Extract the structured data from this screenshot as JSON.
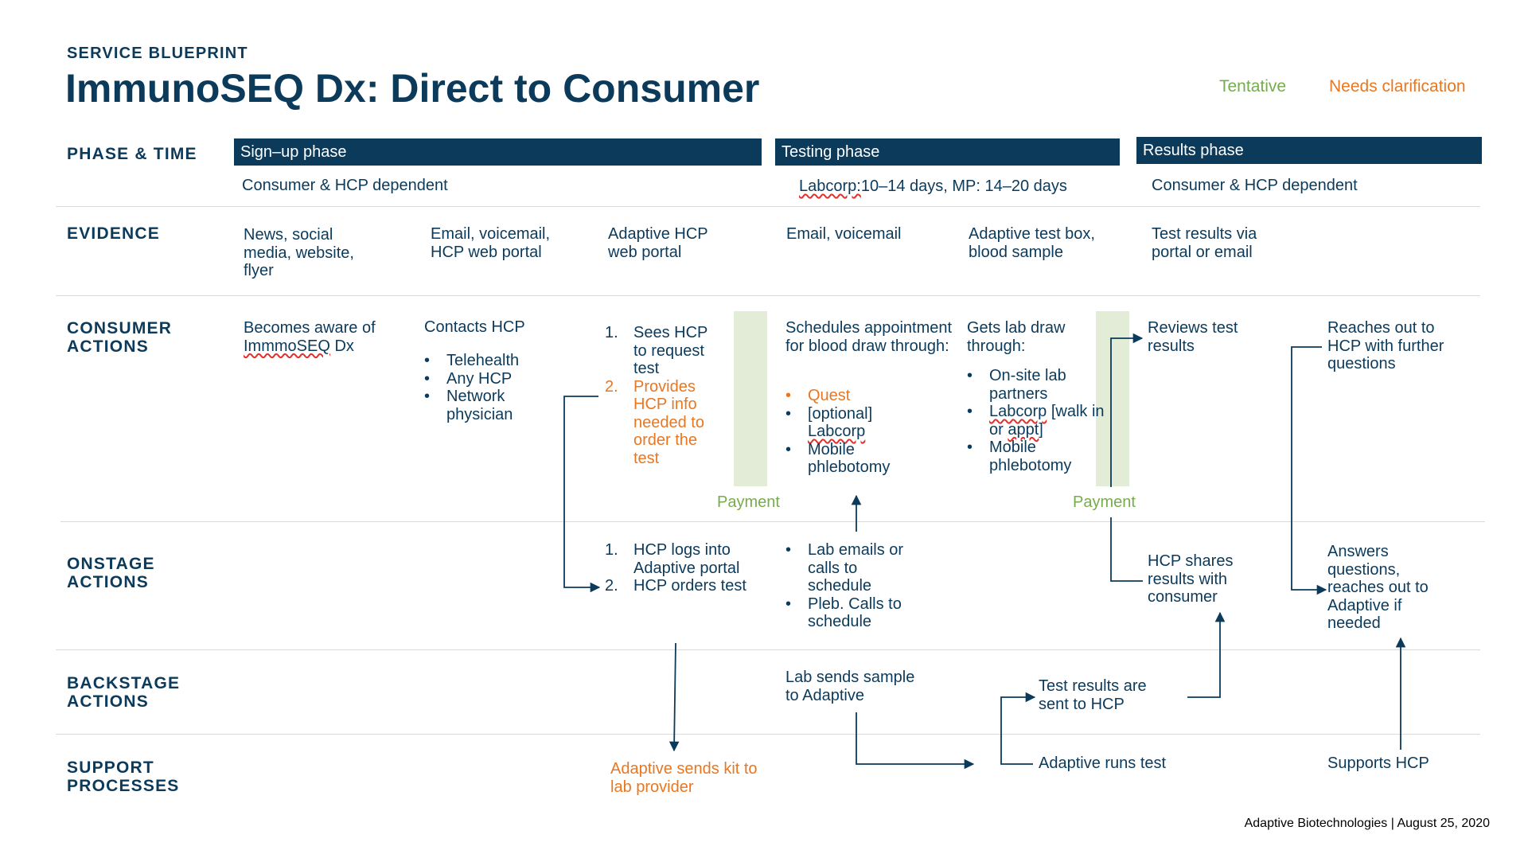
{
  "header": {
    "kicker": "SERVICE BLUEPRINT",
    "title": "ImmunoSEQ Dx: Direct to Consumer",
    "legend": {
      "tentative": "Tentative",
      "needs_clarification": "Needs clarification"
    }
  },
  "colors": {
    "navy": "#0b3a5b",
    "tentative_green": "#76ac4d",
    "clarification_orange": "#e87722",
    "payment_fill": "#e3ecd6"
  },
  "row_labels": {
    "phase_time": "PHASE & TIME",
    "evidence": "EVIDENCE",
    "consumer_actions_1": "CONSUMER",
    "consumer_actions_2": "ACTIONS",
    "onstage_1": "ONSTAGE",
    "onstage_2": "ACTIONS",
    "backstage_1": "BACKSTAGE",
    "backstage_2": "ACTIONS",
    "support_1": "SUPPORT",
    "support_2": "PROCESSES"
  },
  "phases": {
    "signup": {
      "label": "Sign–up phase",
      "time": "Consumer & HCP dependent"
    },
    "testing": {
      "label": "Testing phase",
      "time_a": "Labcorp:",
      "time_b": "10–14 days, MP: 14–20 days"
    },
    "results": {
      "label": "Results phase",
      "time": "Consumer & HCP dependent"
    }
  },
  "evidence": {
    "e1": "News, social media, website, flyer",
    "e2": "Email, voicemail, HCP web portal",
    "e3": "Adaptive HCP web portal",
    "e4": "Email, voicemail",
    "e5": "Adaptive test box, blood sample",
    "e6": "Test results via portal or email"
  },
  "consumer": {
    "aware_a": "Becomes aware of ",
    "aware_b": "ImmmoSEQ",
    "aware_c": " Dx",
    "contacts_title": "Contacts HCP",
    "contacts_items": [
      "Telehealth",
      "Any HCP",
      "Network physician"
    ],
    "sees_n": "1.",
    "sees": "Sees HCP to request test",
    "provides_n": "2.",
    "provides": "Provides HCP info needed to order the test",
    "payment_1": "Payment",
    "schedules": "Schedules appointment for blood draw through:",
    "sched_items": [
      "Quest",
      "[optional]",
      "Labcorp",
      "Mobile phlebotomy"
    ],
    "gets_lab": "Gets lab draw through:",
    "lab_items_1": "On-site lab partners",
    "lab_items_2a": "Labcorp",
    "lab_items_2b": " [walk in or ",
    "lab_items_2c": "appt",
    "lab_items_2d": "]",
    "lab_items_3": "Mobile phlebotomy",
    "payment_2": "Payment",
    "reviews": "Reviews test results",
    "reaches": "Reaches out to HCP with further questions",
    "bullet": "•"
  },
  "onstage": {
    "hcp_logs_n": "1.",
    "hcp_logs": "HCP logs into Adaptive portal",
    "hcp_orders_n": "2.",
    "hcp_orders": "HCP orders test",
    "lab_emails": "Lab emails or calls to schedule",
    "pleb_calls": "Pleb. Calls to schedule",
    "hcp_shares": "HCP shares results with consumer",
    "answers": "Answers questions, reaches out to Adaptive if needed"
  },
  "backstage": {
    "lab_sends": "Lab sends sample to Adaptive",
    "results_sent": "Test results are sent to HCP"
  },
  "support": {
    "sends_kit": "Adaptive sends kit to lab provider",
    "runs_test": "Adaptive runs test",
    "supports_hcp": "Supports HCP"
  },
  "footer": "Adaptive Biotechnologies | August 25, 2020"
}
